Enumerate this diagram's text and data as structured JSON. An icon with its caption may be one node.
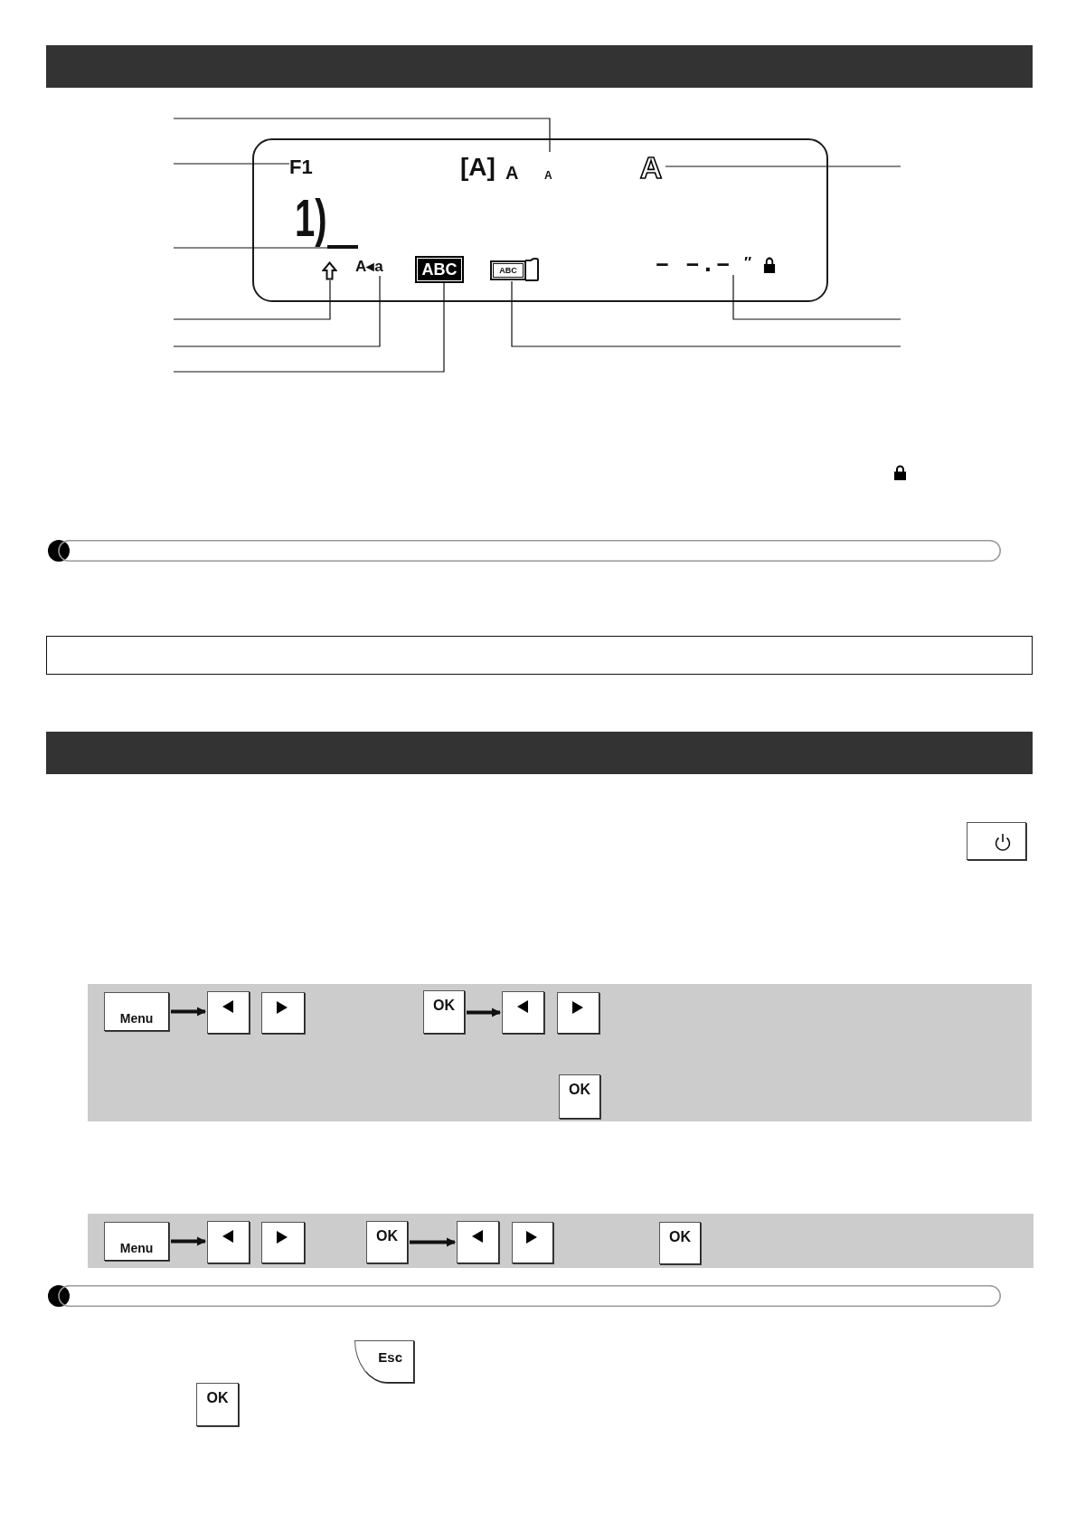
{
  "diagram": {
    "nodes": [
      {
        "text": [],
        "shape": "box"
      },
      {
        "text": [
          "F1"
        ],
        "in": 0
      },
      {
        "text": [
          "[A]",
          "A",
          "A"
        ],
        "in": 0
      },
      {
        "text": [
          "A"
        ],
        "in": 0
      },
      {
        "text": [],
        "shape": "bar",
        "in": 0
      },
      {
        "text": [],
        "shape": "picture",
        "in": 0
      },
      {
        "text": [
          "A◂a"
        ],
        "in": 0
      },
      {
        "text": [
          "ABC"
        ],
        "in": 0
      },
      {
        "text": [
          "ABC"
        ],
        "in": 0
      },
      {
        "text": [
          "– –.–",
          "″"
        ],
        "in": 0
      },
      {
        "text": [],
        "shape": "box"
      },
      {
        "text": [],
        "shape": "box"
      },
      {
        "text": [],
        "shape": "box"
      },
      {
        "text": [
          "Menu"
        ],
        "in": 12
      },
      {
        "text": [],
        "shape": "box",
        "in": 12
      },
      {
        "text": [],
        "shape": "box",
        "in": 12
      },
      {
        "text": [
          "OK"
        ],
        "in": 12
      },
      {
        "text": [],
        "shape": "box",
        "in": 12
      },
      {
        "text": [],
        "shape": "box",
        "in": 12
      },
      {
        "text": [
          "OK"
        ],
        "in": 12
      },
      {
        "text": [],
        "shape": "box"
      },
      {
        "text": [
          "Menu"
        ],
        "in": 20
      },
      {
        "text": [],
        "shape": "box",
        "in": 20
      },
      {
        "text": [],
        "shape": "box",
        "in": 20
      },
      {
        "text": [
          "OK"
        ],
        "in": 20
      },
      {
        "text": [],
        "shape": "box",
        "in": 20
      },
      {
        "text": [],
        "shape": "box",
        "in": 20
      },
      {
        "text": [
          "OK"
        ],
        "in": 20
      },
      {
        "text": [
          "Esc"
        ]
      },
      {
        "text": [
          "OK"
        ]
      }
    ],
    "edges": [
      {
        "from": null,
        "to": 2,
        "arrow": "none"
      },
      {
        "from": null,
        "to": 1,
        "arrow": "none"
      },
      {
        "from": null,
        "to": 3,
        "arrow": "none"
      },
      {
        "from": null,
        "to": 4,
        "arrow": "none"
      },
      {
        "from": null,
        "to": 5,
        "arrow": "none"
      },
      {
        "from": null,
        "to": 9,
        "arrow": "none"
      },
      {
        "from": null,
        "to": 6,
        "arrow": "none"
      },
      {
        "from": null,
        "to": 8,
        "arrow": "none"
      },
      {
        "from": null,
        "to": 7,
        "arrow": "none"
      },
      {
        "from": 13,
        "to": 14,
        "arrow": "to",
        "style": "thick"
      },
      {
        "from": 16,
        "to": 17,
        "arrow": "to",
        "style": "thick"
      },
      {
        "from": 21,
        "to": 22,
        "arrow": "to",
        "style": "thick"
      },
      {
        "from": 24,
        "to": 25,
        "arrow": "to",
        "style": "thick"
      }
    ],
    "labels": [
      "1)"
    ]
  }
}
